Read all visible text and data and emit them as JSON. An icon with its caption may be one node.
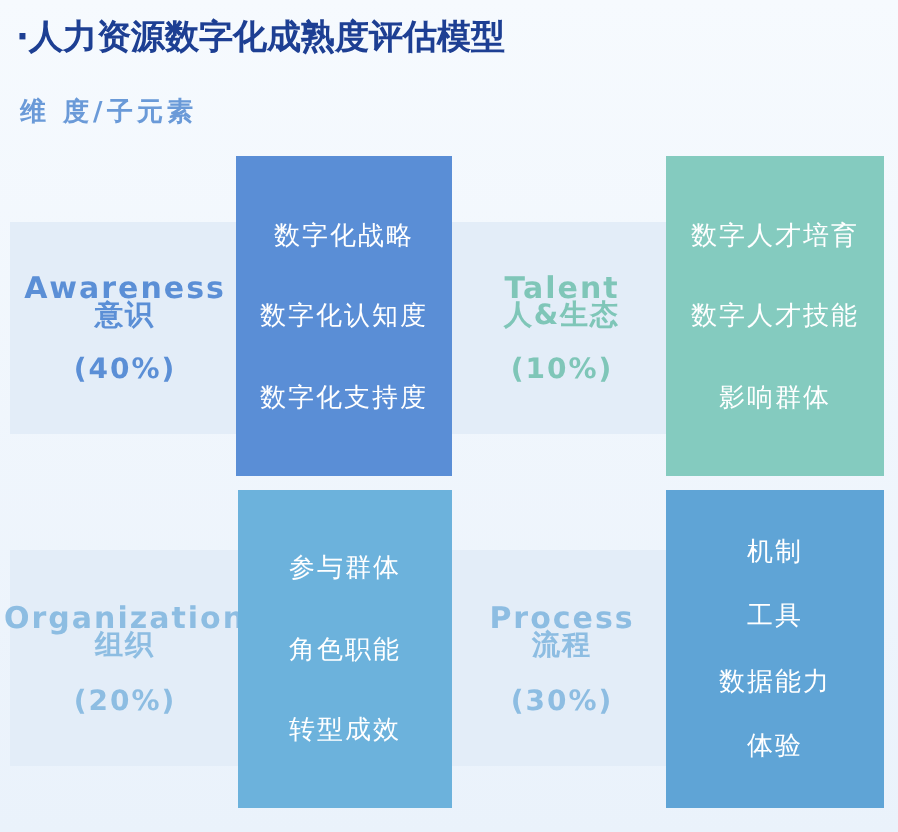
{
  "diagram": {
    "title": "·人力资源数字化成熟度评估模型",
    "nodes": [
      {
        "text": [
          "Awareness",
          "意识",
          "(40%)"
        ]
      },
      {
        "text": [
          "数字化战略",
          "数字化认知度",
          "数字化支持度"
        ]
      },
      {
        "text": [
          "Talent",
          "人&生态",
          "(10%)"
        ]
      },
      {
        "text": [
          "数字人才培育",
          "数字人才技能",
          "影响群体"
        ]
      },
      {
        "text": [
          "Organization",
          "组织",
          "(20%)"
        ]
      },
      {
        "text": [
          "参与群体",
          "角色职能",
          "转型成效"
        ]
      },
      {
        "text": [
          "Process",
          "流程",
          "(30%)"
        ]
      },
      {
        "text": [
          "机制",
          "工具",
          "数据能力",
          "体验"
        ]
      }
    ],
    "edges": [],
    "labels": [
      "维 度/子元素"
    ]
  }
}
